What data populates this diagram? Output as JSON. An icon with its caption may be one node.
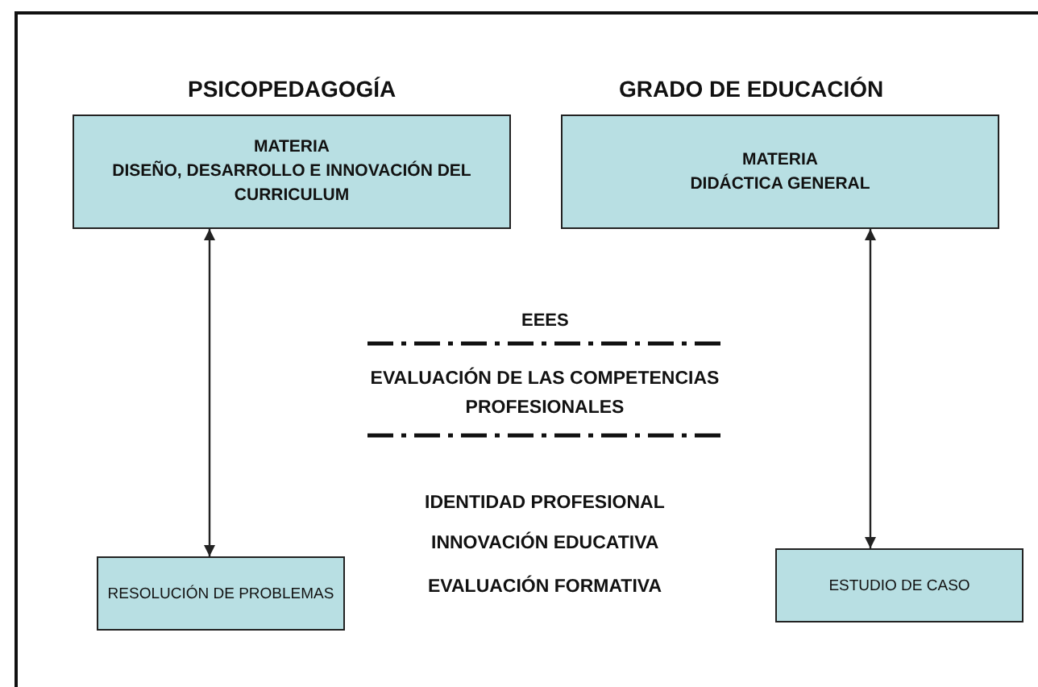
{
  "diagram": {
    "nodes": [
      {
        "text": [
          "MATERIA",
          "DISEÑO, DESARROLLO E INNOVACIÓN DEL CURRICULUM"
        ]
      },
      {
        "text": [
          "MATERIA",
          "DIDÁCTICA GENERAL"
        ]
      },
      {
        "text": [
          "RESOLUCIÓN DE PROBLEMAS"
        ]
      },
      {
        "text": [
          "ESTUDIO DE CASO"
        ]
      }
    ],
    "edges": [
      {
        "from": 0,
        "to": 2,
        "arrow": "both"
      },
      {
        "from": 1,
        "to": 3,
        "arrow": "both"
      }
    ],
    "labels": [
      "PSICOPEDAGOGÍA",
      "GRADO DE EDUCACIÓN",
      "EEES",
      "EVALUACIÓN DE LAS COMPETENCIAS PROFESIONALES",
      "IDENTIDAD PROFESIONAL",
      "INNOVACIÓN EDUCATIVA",
      "EVALUACIÓN FORMATIVA"
    ]
  }
}
